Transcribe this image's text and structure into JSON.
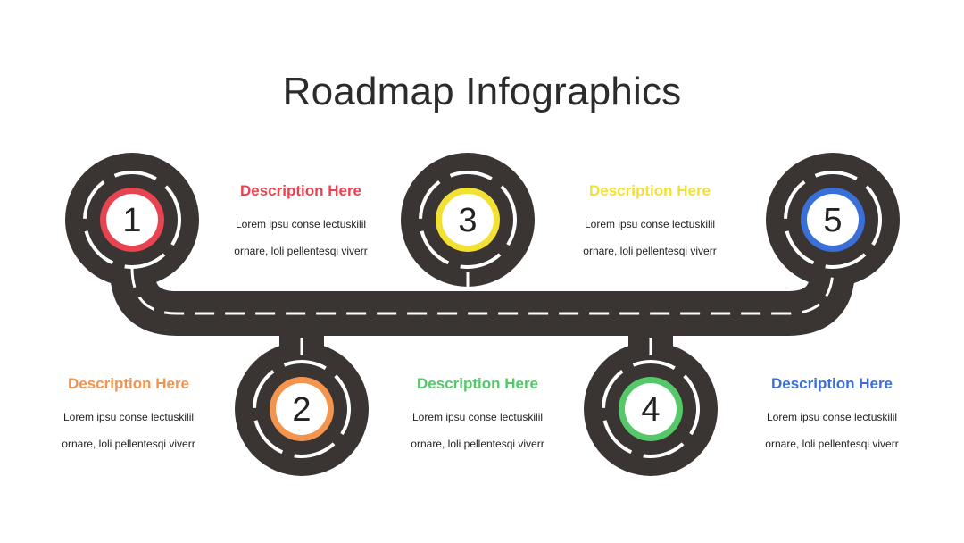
{
  "title": "Roadmap Infographics",
  "colors": {
    "road": "#3a3433",
    "marking": "#ffffff",
    "milestones": [
      "#e84350",
      "#f3944f",
      "#f2e032",
      "#55c86a",
      "#3a6fd8"
    ]
  },
  "milestones": [
    {
      "number": "1",
      "heading": "Description Here",
      "line1": "Lorem ipsu conse lectuskilil",
      "line2": "ornare, loli pellentesqi viverr"
    },
    {
      "number": "2",
      "heading": "Description Here",
      "line1": "Lorem ipsu conse lectuskilil",
      "line2": "ornare, loli pellentesqi viverr"
    },
    {
      "number": "3",
      "heading": "Description Here",
      "line1": "Lorem ipsu conse lectuskilil",
      "line2": "ornare, loli pellentesqi viverr"
    },
    {
      "number": "4",
      "heading": "Description Here",
      "line1": "Lorem ipsu conse lectuskilil",
      "line2": "ornare, loli pellentesqi viverr"
    },
    {
      "number": "5",
      "heading": "Description Here",
      "line1": "Lorem ipsu conse lectuskilil",
      "line2": "ornare, loli pellentesqi viverr"
    }
  ]
}
